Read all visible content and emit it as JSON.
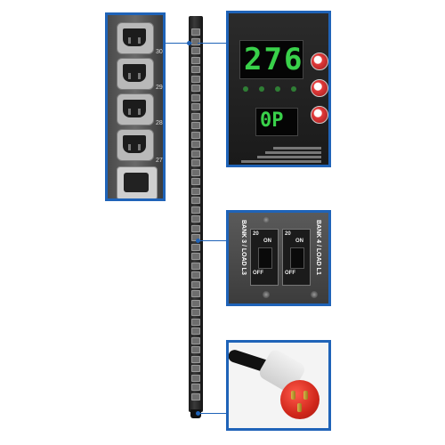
{
  "display": {
    "reading": "276",
    "code": "0P"
  },
  "breakers": {
    "bank_left": "BANK 3 / LOAD L3",
    "bank_right": "BANK 4 / LOAD L1",
    "rating": "20",
    "on_label": "ON",
    "off_label": "OFF"
  },
  "outlets": {
    "numbers": [
      "30",
      "29",
      "28",
      "27"
    ]
  },
  "colors": {
    "callout_border": "#1f63b8",
    "display_green": "#39d14a",
    "plug_red": "#d0271b"
  }
}
